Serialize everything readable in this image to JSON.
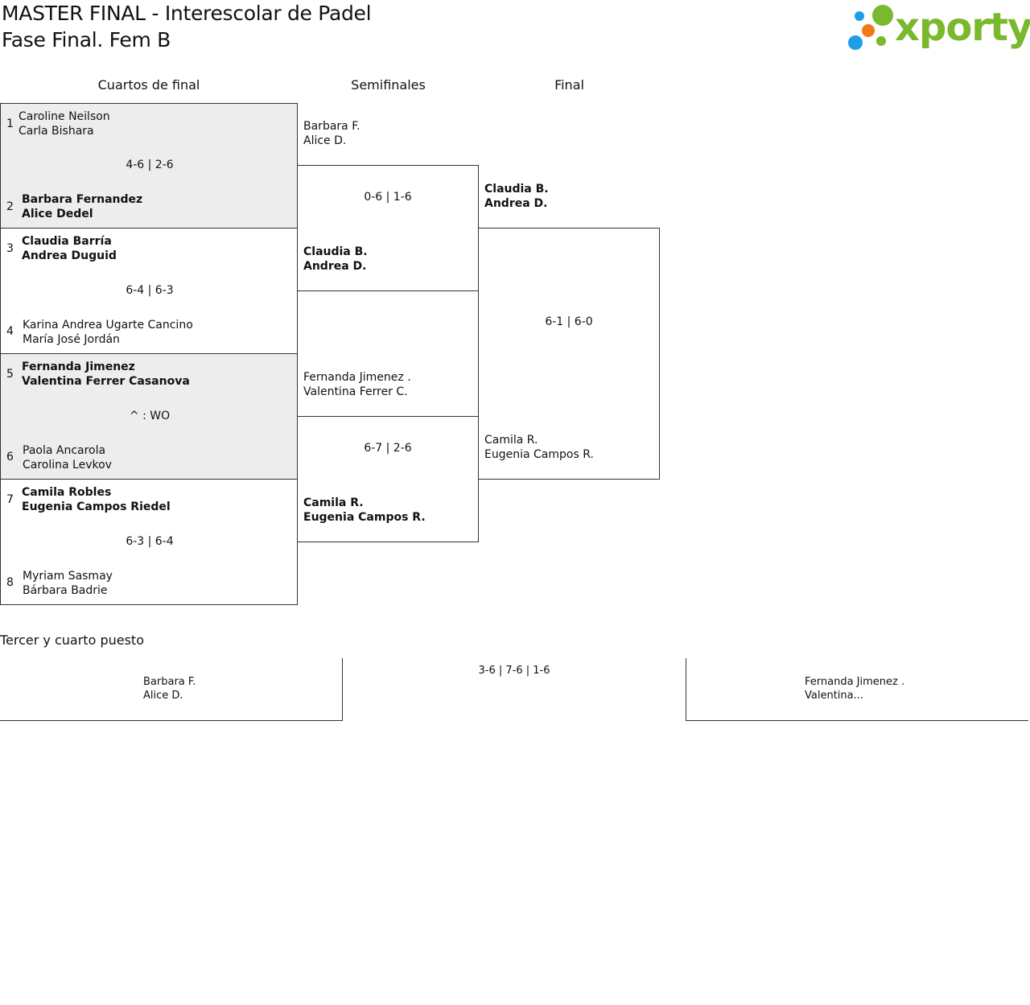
{
  "header": {
    "title_line1": "MASTER FINAL - Interescolar de Padel",
    "title_line2": "Fase Final. Fem B",
    "logo_text": "xporty",
    "logo_colors": {
      "blue": "#1e9ee6",
      "orange": "#f07a1a",
      "green": "#7ab82e"
    }
  },
  "rounds": {
    "quarter": "Cuartos de final",
    "semi": "Semifinales",
    "final": "Final"
  },
  "quarterfinals": [
    {
      "top": {
        "seed": "1",
        "p1": "Caroline Neilson",
        "p2": "Carla Bishara"
      },
      "score": "4-6 | 2-6",
      "bottom": {
        "seed": "2",
        "p1": "Barbara Fernandez",
        "p2": "Alice Dedel"
      }
    },
    {
      "top": {
        "seed": "3",
        "p1": "Claudia Barría",
        "p2": "Andrea Duguid"
      },
      "score": "6-4 | 6-3",
      "bottom": {
        "seed": "4",
        "p1": "Karina Andrea Ugarte Cancino",
        "p2": "María José Jordán"
      }
    },
    {
      "top": {
        "seed": "5",
        "p1": "Fernanda Jimenez",
        "p2": "Valentina Ferrer Casanova"
      },
      "score": "^ : WO",
      "bottom": {
        "seed": "6",
        "p1": "Paola Ancarola",
        "p2": "Carolina Levkov"
      }
    },
    {
      "top": {
        "seed": "7",
        "p1": "Camila Robles",
        "p2": "Eugenia Campos Riedel"
      },
      "score": "6-3 | 6-4",
      "bottom": {
        "seed": "8",
        "p1": "Myriam Sasmay",
        "p2": "Bárbara Badrie"
      }
    }
  ],
  "semifinals": [
    {
      "top": {
        "p1": "Barbara F.",
        "p2": "Alice D."
      },
      "score": "0-6 | 1-6",
      "bottom": {
        "p1": "Claudia B.",
        "p2": "Andrea D."
      }
    },
    {
      "top": {
        "p1": "Fernanda Jimenez .",
        "p2": "Valentina Ferrer C."
      },
      "score": "6-7 | 2-6",
      "bottom": {
        "p1": "Camila R.",
        "p2": "Eugenia Campos R."
      }
    }
  ],
  "final": {
    "top": {
      "p1": "Claudia B.",
      "p2": "Andrea D."
    },
    "score": "6-1 | 6-0",
    "bottom": {
      "p1": "Camila R.",
      "p2": "Eugenia Campos R."
    }
  },
  "third_place": {
    "title": "Tercer y cuarto puesto",
    "left": {
      "p1": "Barbara F.",
      "p2": "Alice D."
    },
    "score": "3-6 | 7-6 | 1-6",
    "right": {
      "p1": "Fernanda Jimenez .",
      "p2": "Valentina..."
    }
  }
}
